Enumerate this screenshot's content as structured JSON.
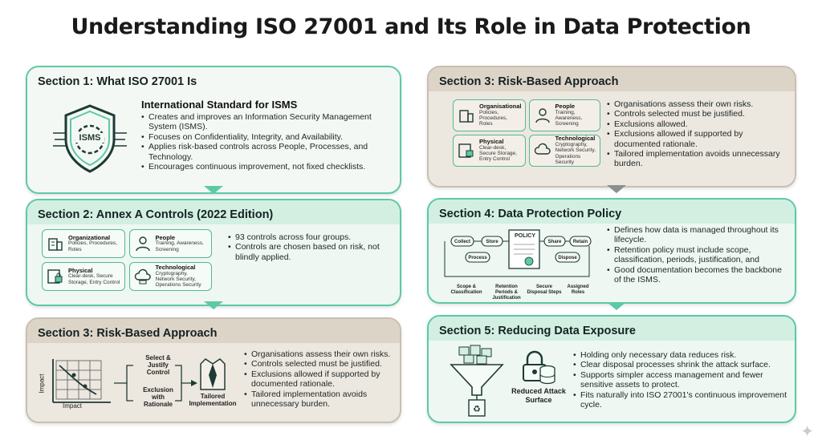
{
  "title": "Understanding ISO 27001 and Its Role in Data Protection",
  "s1": {
    "heading": "Section 1: What ISO 27001 Is",
    "subheading": "International Standard for ISMS",
    "badge": "ISMS",
    "bullets": [
      "Creates and improves an Information Security Management System (ISMS).",
      "Focuses on Confidentiality, Integrity, and Availability.",
      "Applies risk-based controls across People, Processes, and Technology.",
      "Encourages continuous improvement, not fixed checklists."
    ]
  },
  "s2": {
    "heading": "Section 2: Annex A Controls (2022 Edition)",
    "groups": [
      {
        "name": "Organizational",
        "desc": "Policies, Procedures, Roles"
      },
      {
        "name": "People",
        "desc": "Training, Awareness, Screening"
      },
      {
        "name": "Physical",
        "desc": "Clear-desk, Secure Storage, Entry Control"
      },
      {
        "name": "Technological",
        "desc": "Cryptography, Network Security, Operations Security"
      }
    ],
    "bullets": [
      "93 controls across four groups.",
      "Controls are chosen based on risk, not blindly applied."
    ]
  },
  "s3left": {
    "heading": "Section 3: Risk-Based Approach",
    "axis_y": "Impact",
    "axis_x": "Impact",
    "select": "Select & Justify Control",
    "exclusion": "Exclusion with Rationale",
    "tailored": "Tailored Implementation",
    "bullets": [
      "Organisations assess their own risks.",
      "Controls selected must be justified.",
      "Exclusions allowed if supported by documented rationale.",
      "Tailored implementation avoids unnecessary burden."
    ]
  },
  "s3right": {
    "heading": "Section 3: Risk-Based Approach",
    "groups": [
      {
        "name": "Organisational",
        "desc": "Policies, Procedures, Roles"
      },
      {
        "name": "People",
        "desc": "Training, Awareness, Screening"
      },
      {
        "name": "Physical",
        "desc": "Clear-desk, Secure Storage, Entry Control"
      },
      {
        "name": "Technological",
        "desc": "Cryptography, Network Security, Operations Security"
      }
    ],
    "bullets": [
      "Organisations assess their own risks.",
      "Controls selected must be justified.",
      "Exclusions allowed.",
      "Exclusions allowed if supported by documented rationale.",
      "Tailored implementation avoids unnecessary burden."
    ]
  },
  "s4": {
    "heading": "Section 4: Data Protection Policy",
    "policy": "POLICY",
    "flow": [
      "Collect",
      "Store",
      "Process",
      "Share",
      "Retain",
      "Dispose"
    ],
    "labels": [
      "Scope & Classification",
      "Retention Periods & Justification",
      "Secure Disposal Steps",
      "Assigned Roles"
    ],
    "bullets": [
      "Defines how data is managed throughout its lifecycle.",
      "Retention policy must include scope, classification, periods, justification, and",
      "Good documentation becomes the backbone of the ISMS."
    ]
  },
  "s5": {
    "heading": "Section 5: Reducing Data Exposure",
    "reduced": "Reduced Attack Surface",
    "bullets": [
      "Holding only necessary data reduces risk.",
      "Clear disposal processes shrink the attack surface.",
      "Supports simpler access management and fewer sensitive assets to protect.",
      "Fits naturally into ISO 27001's continuous improvement cycle."
    ]
  },
  "colors": {
    "green": "#5cc9a7",
    "beige": "#c9bfb2",
    "dark": "#1e3a34"
  },
  "icons": [
    "shield-gear-icon",
    "organization-icon",
    "people-icon",
    "physical-lock-icon",
    "cloud-tech-icon",
    "risk-matrix-icon",
    "suit-icon",
    "policy-document-icon",
    "funnel-icon",
    "padlock-icon",
    "database-icon",
    "recycle-bin-icon",
    "sparkle-icon"
  ]
}
